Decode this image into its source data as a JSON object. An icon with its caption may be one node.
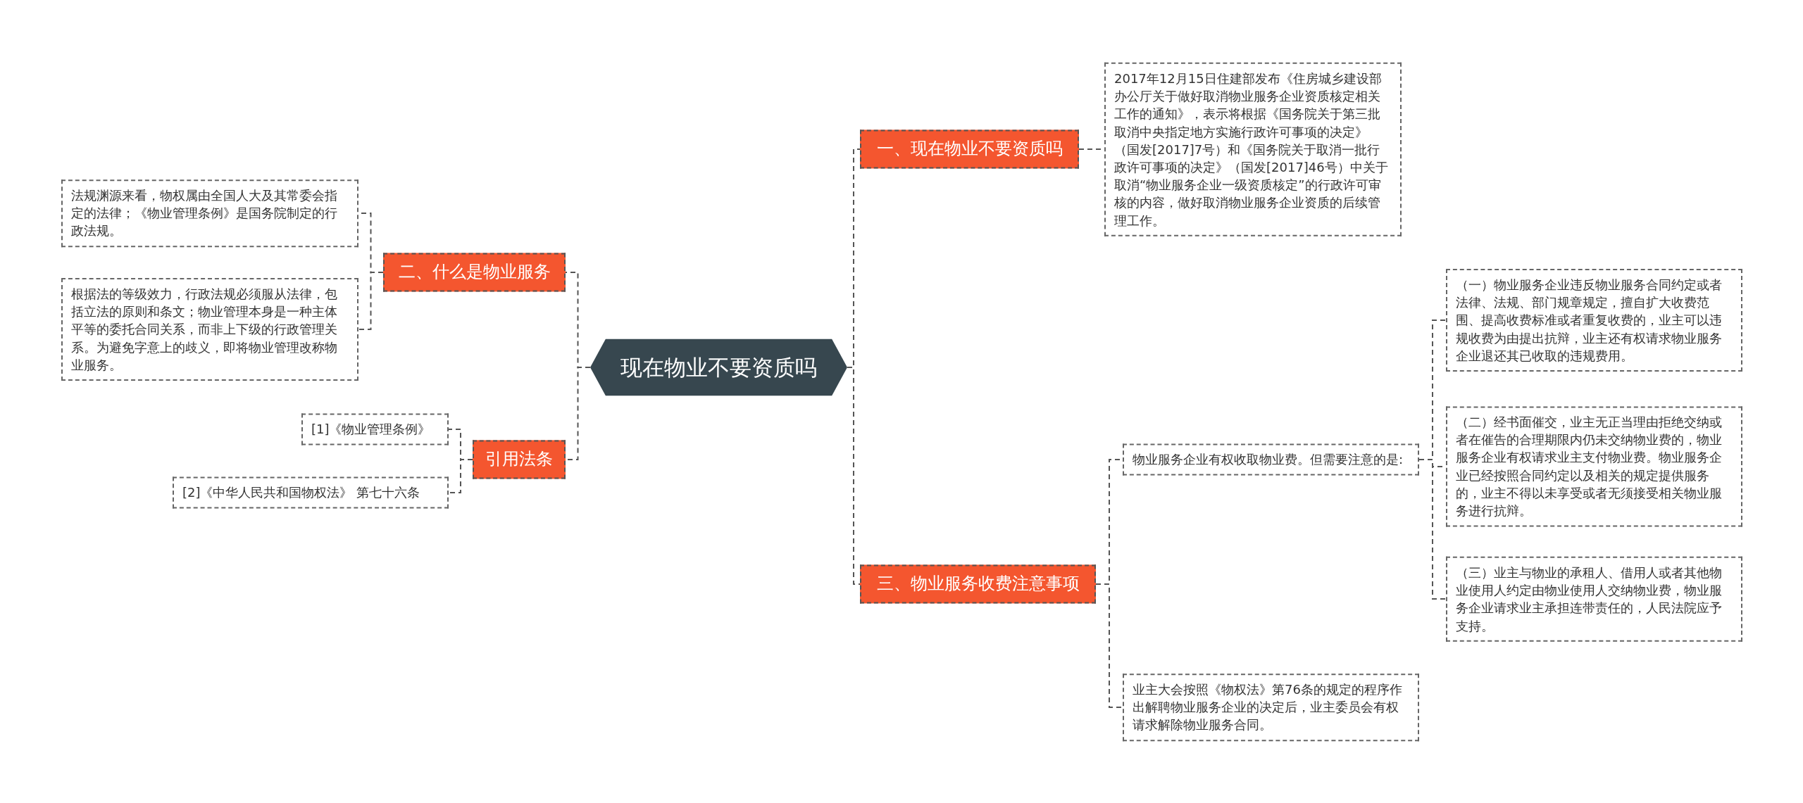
{
  "diagram": {
    "nodes": [
      {
        "text": [
          "现在物业不要资质吗"
        ]
      },
      {
        "text": [
          "一、现在物业不要资质吗"
        ]
      },
      {
        "text": [
          "2017年12月15日住建部发布《住房城乡建设部办公厅关于做好取消物业服务企业资质核定相关工作的通知》，表示将根据《国务院关于第三批取消中央指定地方实施行政许可事项的决定》（国发[2017]7号）和《国务院关于取消一批行政许可事项的决定》（国发[2017]46号）中关于取消“物业服务企业一级资质核定”的行政许可审核的内容，做好取消物业服务企业资质的后续管理工作。"
        ]
      },
      {
        "text": [
          "二、什么是物业服务"
        ]
      },
      {
        "text": [
          "法规渊源来看，物权属由全国人大及其常委会指定的法律；《物业管理条例》是国务院制定的行政法规。"
        ]
      },
      {
        "text": [
          "根据法的等级效力，行政法规必须服从法律，包括立法的原则和条文；物业管理本身是一种主体平等的委托合同关系，而非上下级的行政管理关系。为避免字意上的歧义，即将物业管理改称物业服务。"
        ]
      },
      {
        "text": [
          "引用法条"
        ]
      },
      {
        "text": [
          "[1]《物业管理条例》"
        ]
      },
      {
        "text": [
          "[2]《中华人民共和国物权法》 第七十六条"
        ]
      },
      {
        "text": [
          "三、物业服务收费注意事项"
        ]
      },
      {
        "text": [
          "物业服务企业有权收取物业费。但需要注意的是:"
        ]
      },
      {
        "text": [
          "（一）物业服务企业违反物业服务合同约定或者法律、法规、部门规章规定，擅自扩大收费范围、提高收费标准或者重复收费的，业主可以违规收费为由提出抗辩，业主还有权请求物业服务企业退还其已收取的违规费用。"
        ]
      },
      {
        "text": [
          "（二）经书面催交，业主无正当理由拒绝交纳或者在催告的合理期限内仍未交纳物业费的，物业服务企业有权请求业主支付物业费。物业服务企业已经按照合同约定以及相关的规定提供服务的，业主不得以未享受或者无须接受相关物业服务进行抗辩。"
        ]
      },
      {
        "text": [
          "（三）业主与物业的承租人、借用人或者其他物业使用人约定由物业使用人交纳物业费，物业服务企业请求业主承担连带责任的，人民法院应予支持。"
        ]
      },
      {
        "text": [
          "业主大会按照《物权法》第76条的规定的程序作出解聘物业服务企业的决定后，业主委员会有权请求解除物业服务合同。"
        ]
      }
    ],
    "edges": [
      {
        "from": 0,
        "to": 1,
        "arrow": "none"
      },
      {
        "from": 1,
        "to": 2,
        "arrow": "none"
      },
      {
        "from": 0,
        "to": 3,
        "arrow": "none"
      },
      {
        "from": 3,
        "to": 4,
        "arrow": "none"
      },
      {
        "from": 3,
        "to": 5,
        "arrow": "none"
      },
      {
        "from": 0,
        "to": 6,
        "arrow": "none"
      },
      {
        "from": 6,
        "to": 7,
        "arrow": "none"
      },
      {
        "from": 6,
        "to": 8,
        "arrow": "none"
      },
      {
        "from": 0,
        "to": 9,
        "arrow": "none"
      },
      {
        "from": 9,
        "to": 10,
        "arrow": "none"
      },
      {
        "from": 10,
        "to": 11,
        "arrow": "none"
      },
      {
        "from": 10,
        "to": 12,
        "arrow": "none"
      },
      {
        "from": 10,
        "to": 13,
        "arrow": "none"
      },
      {
        "from": 9,
        "to": 14,
        "arrow": "none"
      }
    ]
  }
}
